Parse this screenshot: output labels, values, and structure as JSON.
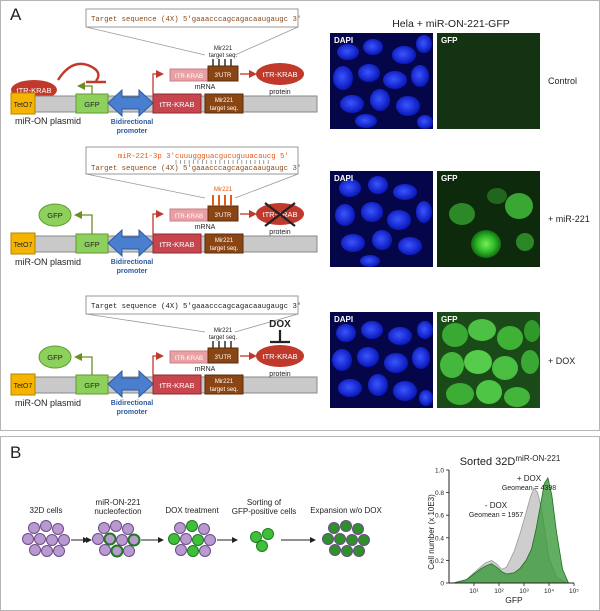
{
  "panel_a": {
    "label": "A",
    "title": "Hela + miR-ON-221-GFP",
    "rows": [
      {
        "seq_lines": [
          {
            "prefix": "Target sequence (4X)",
            "seq": "5'gaaacccagcagacaaugaugc 3'"
          }
        ],
        "repressor_label": "tTR-KRAB",
        "promoter_label": "TetO7",
        "reporter_label": "GFP",
        "plasmid_label": "miR-ON plasmid",
        "bidir_label_1": "Bidirectional",
        "bidir_label_2": "promoter",
        "mir_label_1": "Mir221",
        "mir_label_2": "target seq.",
        "utr_label": "3'UTR",
        "mrna_label": "mRNA",
        "gene_label": "tTR-KRAB",
        "small_gene_label": "tTR-KRAB",
        "protein_label": "tTR-KRAB",
        "protein_caption": "protein",
        "dapi_label": "DAPI",
        "gfp_label": "GFP",
        "condition_label": "Control"
      },
      {
        "seq_lines": [
          {
            "prefix": "miR-221-3p",
            "seq": "3'cuuuggguacgucuguuacaucg 5'"
          },
          {
            "prefix": "Target sequence (4X)",
            "seq": "5'gaaacccagcagacaaugaugc 3'"
          }
        ],
        "reporter_label": "GFP",
        "promoter_label": "TetO7",
        "reporter_gene_label": "GFP",
        "plasmid_label": "miR-ON plasmid",
        "bidir_label_1": "Bidirectional",
        "bidir_label_2": "promoter",
        "mir_label_1": "Mir221",
        "mir_label_2": "target seq.",
        "mir_top_label": "Mir221",
        "utr_label": "3'UTR",
        "mrna_label": "mRNA",
        "gene_label": "tTR-KRAB",
        "small_gene_label": "tTR-KRAB",
        "protein_label": "tTR-KRAB",
        "protein_caption": "protein",
        "dapi_label": "DAPI",
        "gfp_label": "GFP",
        "condition_label": "+ miR-221"
      },
      {
        "seq_lines": [
          {
            "prefix": "Target sequence (4X)",
            "seq": "5'gaaacccagcagacaaugaugc 3'"
          }
        ],
        "reporter_label": "GFP",
        "promoter_label": "TetO7",
        "reporter_gene_label": "GFP",
        "plasmid_label": "miR-ON plasmid",
        "bidir_label_1": "Bidirectional",
        "bidir_label_2": "promoter",
        "mir_label_1": "Mir221",
        "mir_label_2": "target seq.",
        "utr_label": "3'UTR",
        "mrna_label": "mRNA",
        "gene_label": "tTR-KRAB",
        "small_gene_label": "tTR-KRAB",
        "protein_label": "tTR-KRAB",
        "protein_caption": "protein",
        "dox_label": "DOX",
        "dapi_label": "DAPI",
        "gfp_label": "GFP",
        "condition_label": "+ DOX"
      }
    ]
  },
  "panel_b": {
    "label": "B",
    "steps": [
      {
        "line1": "32D cells",
        "line2": ""
      },
      {
        "line1": "miR-ON-221",
        "line2": "nucleofection"
      },
      {
        "line1": "DOX treatment",
        "line2": ""
      },
      {
        "line1": "Sorting of",
        "line2": "GFP-positive cells"
      },
      {
        "line1": "Expansion w/o DOX",
        "line2": ""
      }
    ]
  },
  "chart_data": {
    "type": "area",
    "title_main": "Sorted 32D",
    "title_sup": "miR-ON-221",
    "xlabel": "GFP",
    "ylabel": "Cell number (x 10E3)",
    "x_scale": "log",
    "xlim": [
      1,
      100000
    ],
    "ylim": [
      0,
      1.0
    ],
    "x_ticks": [
      "10¹",
      "10²",
      "10³",
      "10⁴",
      "10⁵"
    ],
    "x_tick_values": [
      10,
      100,
      1000,
      10000,
      100000
    ],
    "y_ticks": [
      "0",
      "0.2",
      "0.4",
      "0.6",
      "0.8",
      "1.0"
    ],
    "y_tick_values": [
      0,
      0.2,
      0.4,
      0.6,
      0.8,
      1.0
    ],
    "annotations": [
      {
        "name": "plus-dox",
        "line1": "+ DOX",
        "line2": "Geomean = 4398"
      },
      {
        "name": "minus-dox",
        "line1": "- DOX",
        "line2": "Geomean = 1957"
      }
    ],
    "series": [
      {
        "color": "#bdbdbd",
        "x": [
          1.5,
          5,
          10,
          20,
          30,
          50,
          80,
          130,
          200,
          400,
          700,
          1200,
          1800,
          2500,
          3500,
          5000,
          7000,
          10000,
          20000,
          50000
        ],
        "values": [
          0.0,
          0.03,
          0.09,
          0.15,
          0.18,
          0.2,
          0.17,
          0.12,
          0.14,
          0.28,
          0.44,
          0.62,
          0.76,
          0.84,
          0.8,
          0.66,
          0.45,
          0.22,
          0.05,
          0.0
        ]
      },
      {
        "color": "#3b9a3b",
        "x": [
          1.5,
          5,
          10,
          20,
          30,
          50,
          80,
          130,
          200,
          400,
          700,
          1200,
          2000,
          3000,
          4500,
          6500,
          9000,
          13000,
          20000,
          35000,
          60000
        ],
        "values": [
          0.0,
          0.03,
          0.08,
          0.13,
          0.15,
          0.17,
          0.14,
          0.1,
          0.08,
          0.09,
          0.13,
          0.2,
          0.3,
          0.47,
          0.68,
          0.88,
          0.93,
          0.78,
          0.45,
          0.12,
          0.0
        ]
      }
    ]
  }
}
